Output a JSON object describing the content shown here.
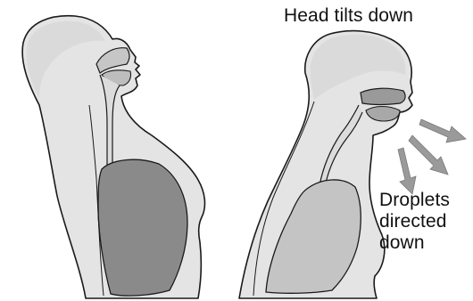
{
  "labels": {
    "head_tilts": "Head tilts down",
    "droplets_lines": [
      "Droplets",
      "directed",
      "down"
    ]
  },
  "colors": {
    "outline": "#1a1a1a",
    "body_fill": "#e4e4e4",
    "body_shade": "#cfcfcf",
    "left_lung": "#8a8a8a",
    "right_lung": "#c4c4c4",
    "airway": "#a8a8a8",
    "arrow": "#9a9a9a"
  },
  "icons": {
    "arrow": "droplet-arrow-icon"
  }
}
